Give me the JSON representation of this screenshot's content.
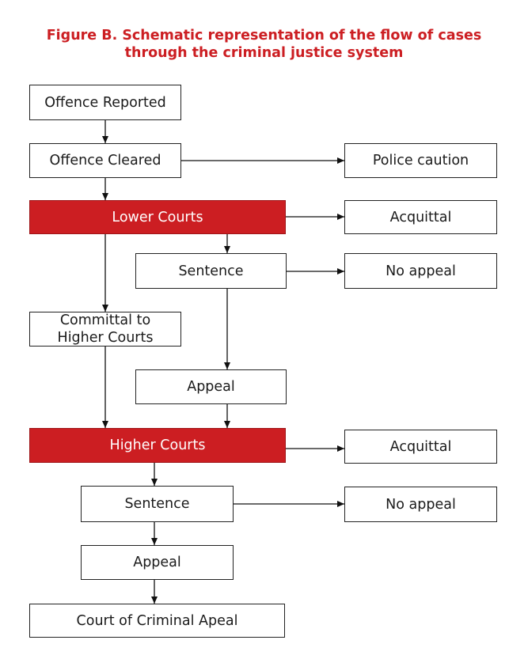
{
  "title_lines": [
    "Figure B. Schematic representation of the flow of cases",
    "through the criminal justice system"
  ],
  "colors": {
    "accent_red": "#cc1e22",
    "box_border": "#222222",
    "text": "#1a1a1a"
  },
  "nodes": {
    "offence_reported": "Offence Reported",
    "offence_cleared": "Offence Cleared",
    "police_caution": "Police caution",
    "lower_courts": "Lower Courts",
    "acquittal_lower": "Acquittal",
    "sentence_lower": "Sentence",
    "no_appeal_lower": "No appeal",
    "committal_line1": "Committal to",
    "committal_line2": "Higher Courts",
    "appeal_lower": "Appeal",
    "higher_courts": "Higher Courts",
    "acquittal_higher": "Acquittal",
    "sentence_higher": "Sentence",
    "no_appeal_higher": "No appeal",
    "appeal_higher": "Appeal",
    "court_criminal_appeal": "Court of Criminal Apeal"
  },
  "edges": [
    [
      "offence_reported",
      "offence_cleared"
    ],
    [
      "offence_cleared",
      "police_caution"
    ],
    [
      "offence_cleared",
      "lower_courts"
    ],
    [
      "lower_courts",
      "acquittal_lower"
    ],
    [
      "lower_courts",
      "sentence_lower"
    ],
    [
      "lower_courts",
      "committal"
    ],
    [
      "sentence_lower",
      "no_appeal_lower"
    ],
    [
      "sentence_lower",
      "appeal_lower"
    ],
    [
      "committal",
      "higher_courts"
    ],
    [
      "appeal_lower",
      "higher_courts"
    ],
    [
      "higher_courts",
      "acquittal_higher"
    ],
    [
      "higher_courts",
      "sentence_higher"
    ],
    [
      "sentence_higher",
      "no_appeal_higher"
    ],
    [
      "sentence_higher",
      "appeal_higher"
    ],
    [
      "appeal_higher",
      "court_criminal_appeal"
    ]
  ]
}
